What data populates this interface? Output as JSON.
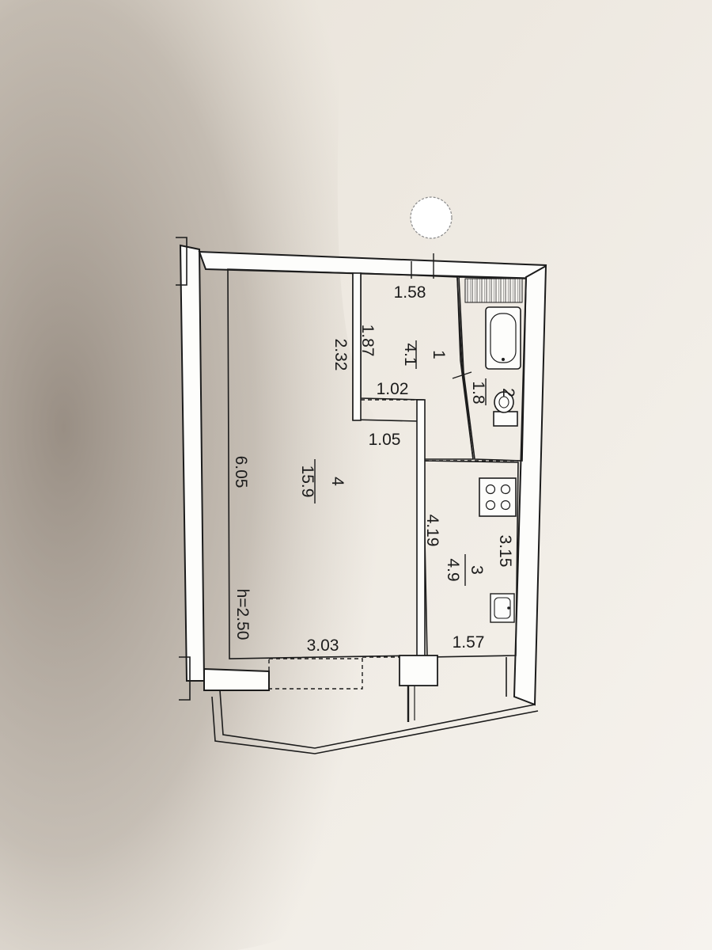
{
  "colors": {
    "paper": "#f3efe8",
    "shadow": "#a59a8e",
    "line": "#1c1c1c",
    "wall": "#fdfdfb"
  },
  "rooms": [
    {
      "number": "1",
      "area": "4.1"
    },
    {
      "number": "2",
      "area": "1.8"
    },
    {
      "number": "3",
      "area": "4.9"
    },
    {
      "number": "4",
      "area": "15.9"
    }
  ],
  "dimensions": {
    "d158": "1.58",
    "d187": "1.87",
    "d232": "2.32",
    "d102": "1.02",
    "d105": "1.05",
    "d605": "6.05",
    "d419": "4.19",
    "d315": "3.15",
    "d157": "1.57",
    "d303": "3.03"
  },
  "ceiling_height": "h=2.50",
  "icons": [
    "bathtub-icon",
    "toilet-icon",
    "stove-icon",
    "sink-icon",
    "entrance-marker-icon"
  ]
}
